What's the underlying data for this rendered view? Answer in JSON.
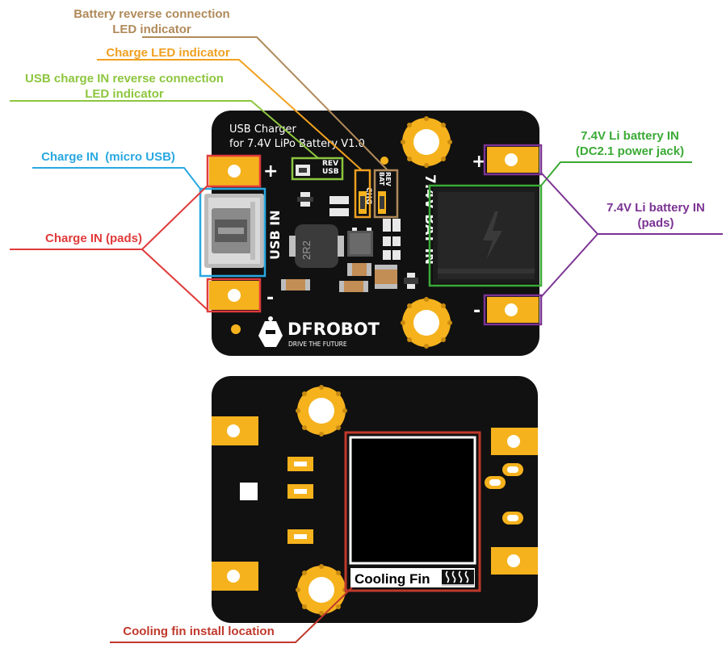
{
  "callouts": {
    "battery_reverse_line1": "Battery reverse connection",
    "battery_reverse_line2": "LED indicator",
    "charge_led": "Charge LED indicator",
    "usb_reverse_line1": "USB charge IN reverse connection",
    "usb_reverse_line2": "LED indicator",
    "charge_in_micro_usb": "Charge IN  (micro USB)",
    "charge_in_pads": "Charge IN (pads)",
    "battery_jack_line1": "7.4V Li battery IN",
    "battery_jack_line2": "(DC2.1 power jack)",
    "battery_pads_line1": "7.4V Li battery IN",
    "battery_pads_line2": "(pads)",
    "cooling_fin_location": "Cooling fin install location"
  },
  "board_front": {
    "title_line1": "USB Charger",
    "title_line2": "for 7.4V LiPo Battery V1.0",
    "plus": "+",
    "minus": "-",
    "rev_usb_1": "REV",
    "rev_usb_2": "USB",
    "chg": "CHG",
    "rev_bat_1": "REV",
    "rev_bat_2": "BAT",
    "usb_in": "USB IN",
    "bat_in": "7.4V BAT IN",
    "inductor": "2R2",
    "brand": "DFROBOT",
    "tagline": "DRIVE THE FUTURE"
  },
  "board_back": {
    "cooling_fin": "Cooling Fin"
  },
  "colors": {
    "brown": "#b08a5a",
    "orange": "#f0a020",
    "green": "#8dc63f",
    "blue": "#29a8e0",
    "red": "#e03a3a",
    "darkgreen": "#3aaa35",
    "purple": "#7b3393",
    "board": "#111111",
    "pad": "#f5b21d"
  }
}
